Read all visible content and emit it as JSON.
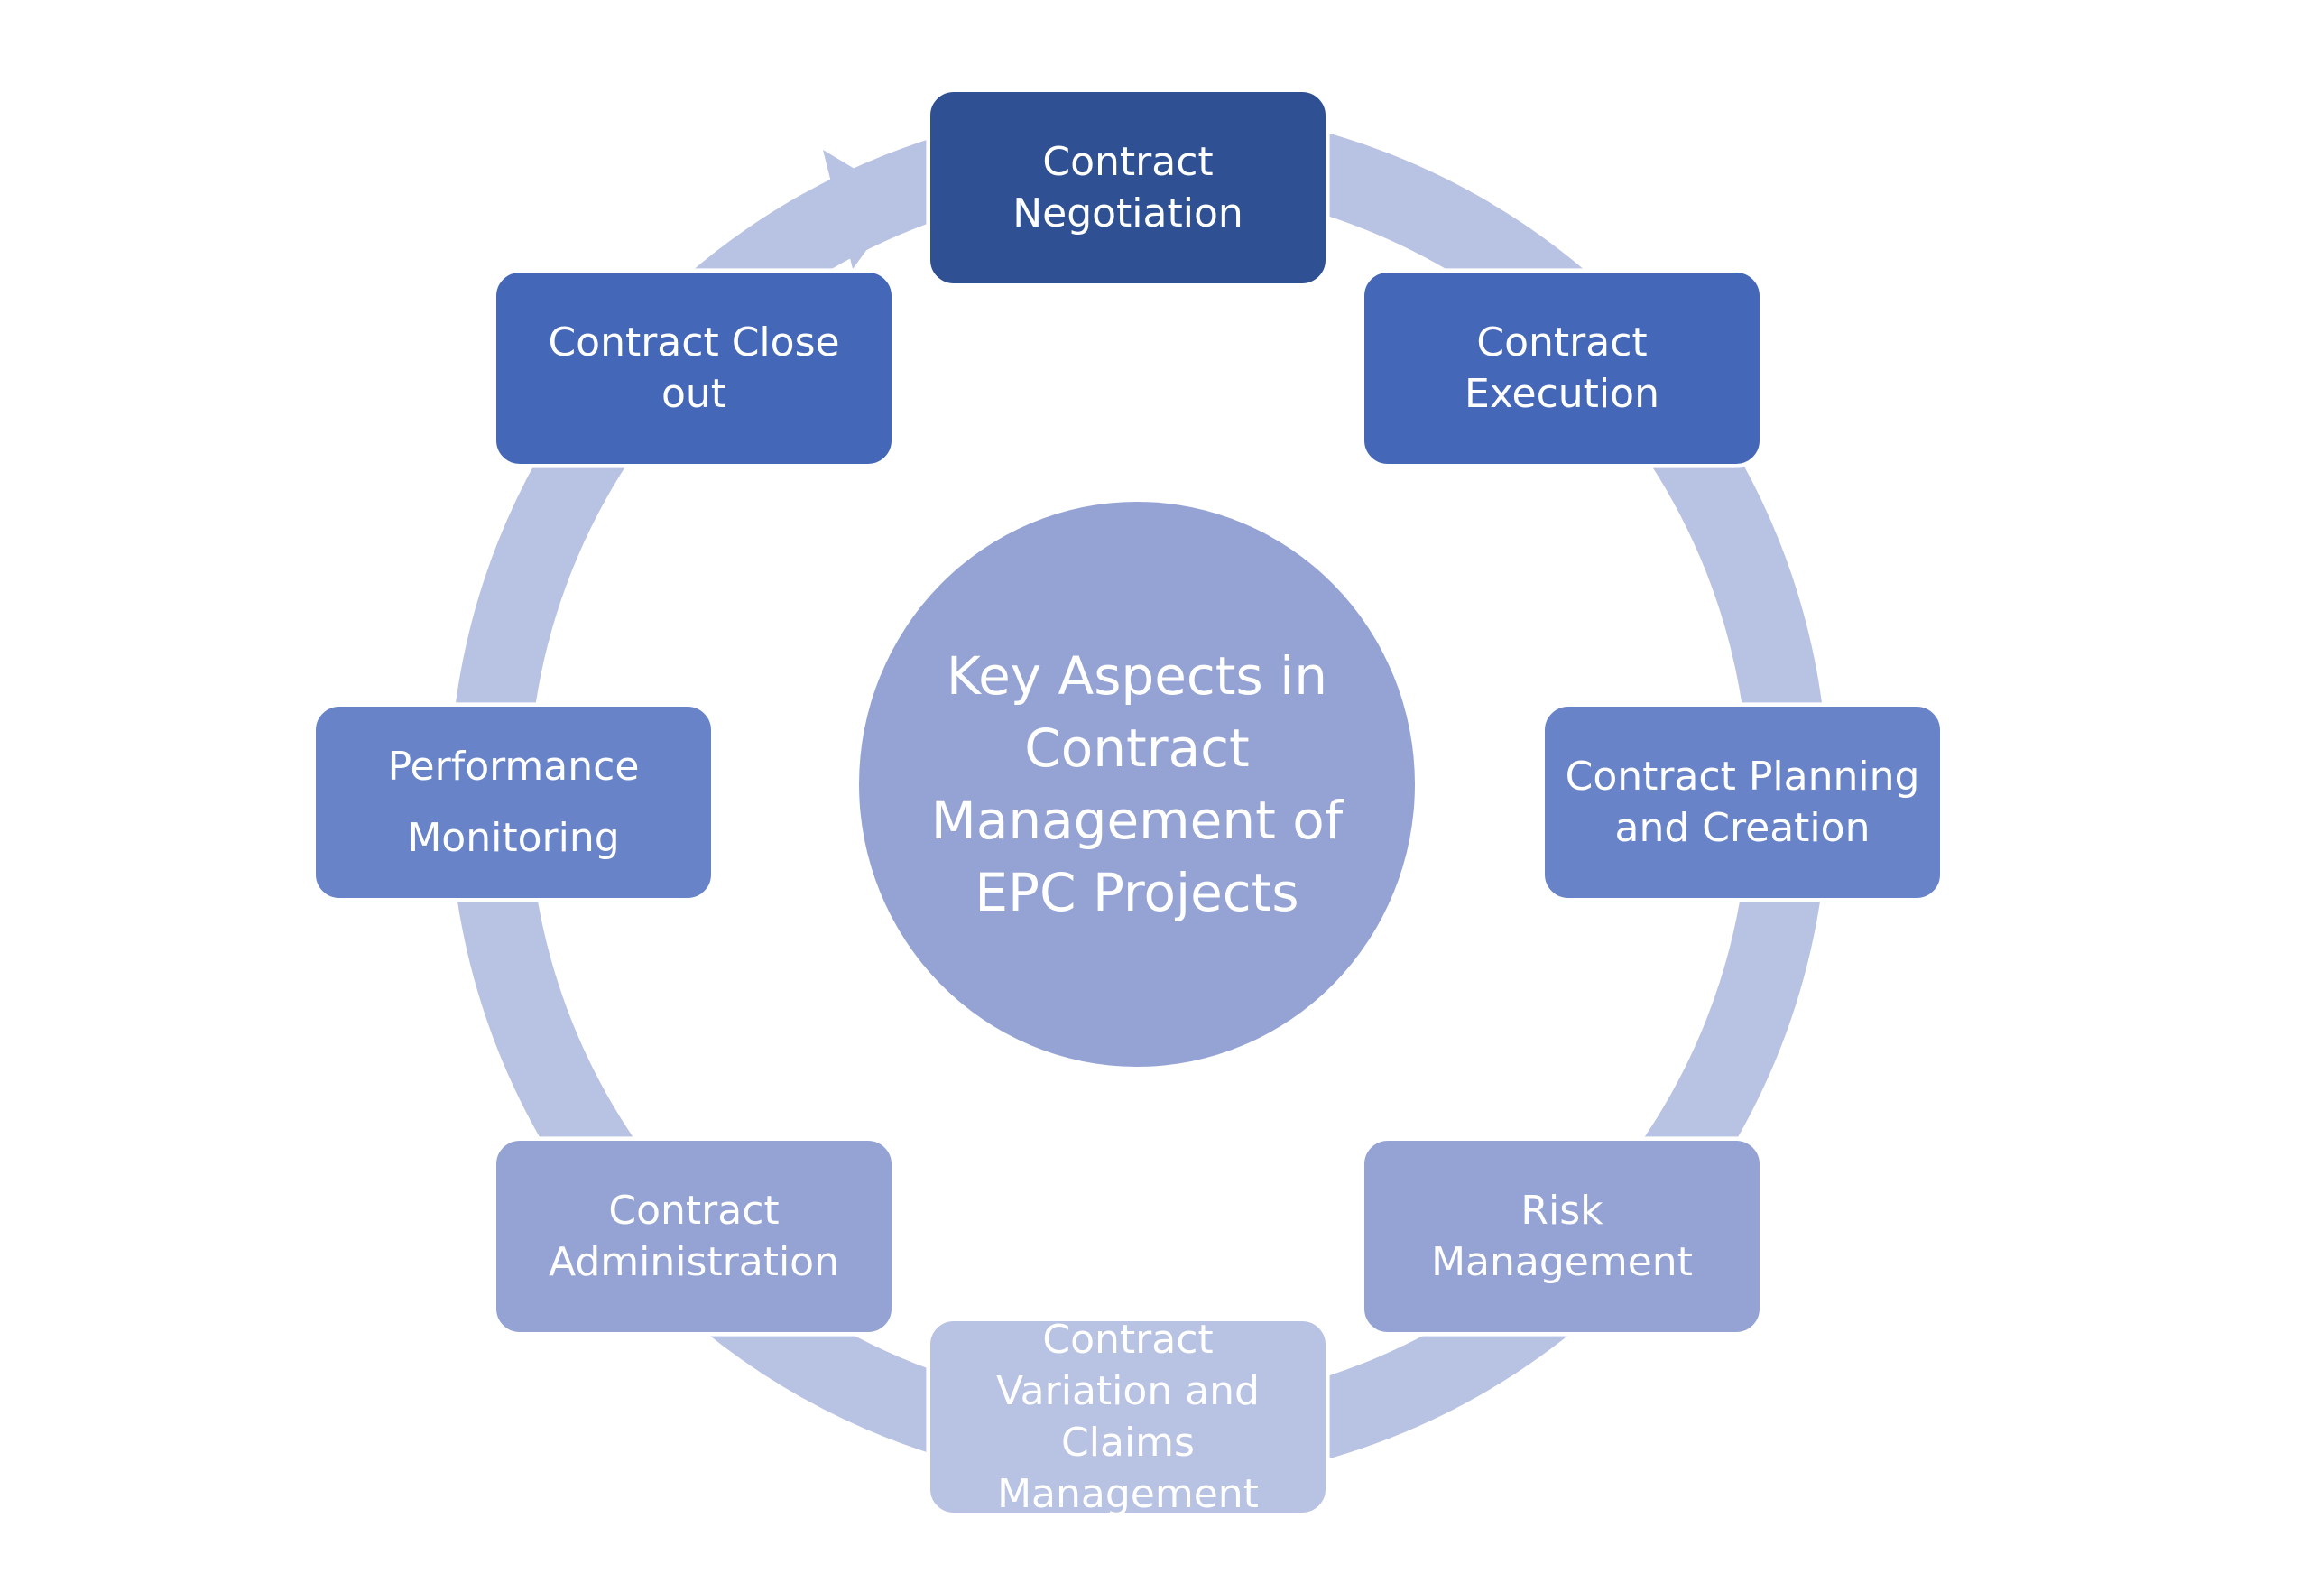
{
  "center": {
    "title": "Key Aspects in Contract Management of EPC Projects"
  },
  "colors": {
    "ring": "#b8c2e3",
    "center": "#94a3d4",
    "step_1": "#2f5193",
    "step_2": "#4467b8",
    "step_3": "#6883c8",
    "step_4": "#94a3d4",
    "step_5": "#b8c2e3",
    "step_6": "#94a3d4",
    "step_7": "#6883c8",
    "step_8": "#4467b8"
  },
  "steps": [
    {
      "label": "Contract Negotiation"
    },
    {
      "label": "Contract Execution"
    },
    {
      "label": "Contract Planning and Creation"
    },
    {
      "label": "Risk Management"
    },
    {
      "label": "Contract Variation and Claims Management"
    },
    {
      "label": "Contract Administration"
    },
    {
      "label": "Performance Monitoring"
    },
    {
      "label": "Contract Close out"
    }
  ]
}
